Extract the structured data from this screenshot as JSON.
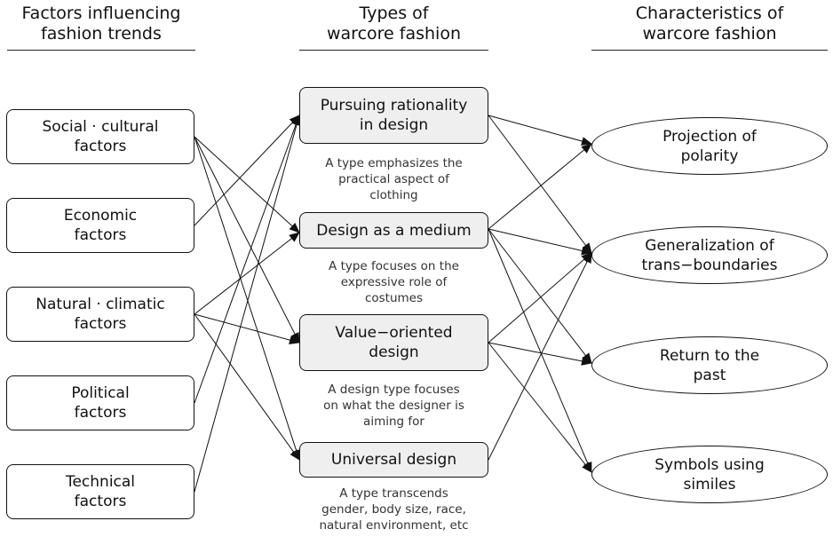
{
  "headers": {
    "factors": [
      "Factors influencing",
      "fashion trends"
    ],
    "types": [
      "Types of",
      "warcore fashion"
    ],
    "characteristics": [
      "Characteristics of",
      "warcore fashion"
    ]
  },
  "factors": [
    {
      "lines": [
        "Social · cultural",
        "factors"
      ]
    },
    {
      "lines": [
        "Economic",
        "factors"
      ]
    },
    {
      "lines": [
        "Natural · climatic",
        "factors"
      ]
    },
    {
      "lines": [
        "Political",
        "factors"
      ]
    },
    {
      "lines": [
        "Technical",
        "factors"
      ]
    }
  ],
  "types": [
    {
      "lines": [
        "Pursuing rationality",
        "in design"
      ],
      "description": [
        "A type emphasizes the",
        "practical aspect of",
        "clothing"
      ]
    },
    {
      "lines": [
        "Design as a medium"
      ],
      "description": [
        "A type focuses on the",
        "expressive role of",
        "costumes"
      ]
    },
    {
      "lines": [
        "Value−oriented",
        "design"
      ],
      "description": [
        "A design type focuses",
        "on what the designer is",
        "aiming for"
      ]
    },
    {
      "lines": [
        "Universal design"
      ],
      "description": [
        "A type transcends",
        "gender, body size, race,",
        "natural environment, etc"
      ]
    }
  ],
  "characteristics": [
    {
      "lines": [
        "Projection of",
        "polarity"
      ]
    },
    {
      "lines": [
        "Generalization of",
        "trans−boundaries"
      ]
    },
    {
      "lines": [
        "Return to the",
        "past"
      ]
    },
    {
      "lines": [
        "Symbols using",
        "similes"
      ]
    }
  ],
  "links": {
    "factor_to_type": [
      [
        0,
        1
      ],
      [
        0,
        2
      ],
      [
        0,
        3
      ],
      [
        1,
        0
      ],
      [
        2,
        1
      ],
      [
        2,
        2
      ],
      [
        2,
        3
      ],
      [
        3,
        0
      ],
      [
        4,
        0
      ]
    ],
    "type_to_characteristic": [
      [
        0,
        0
      ],
      [
        0,
        1
      ],
      [
        1,
        0
      ],
      [
        1,
        1
      ],
      [
        1,
        2
      ],
      [
        1,
        3
      ],
      [
        2,
        1
      ],
      [
        2,
        2
      ],
      [
        2,
        3
      ],
      [
        3,
        1
      ]
    ]
  }
}
